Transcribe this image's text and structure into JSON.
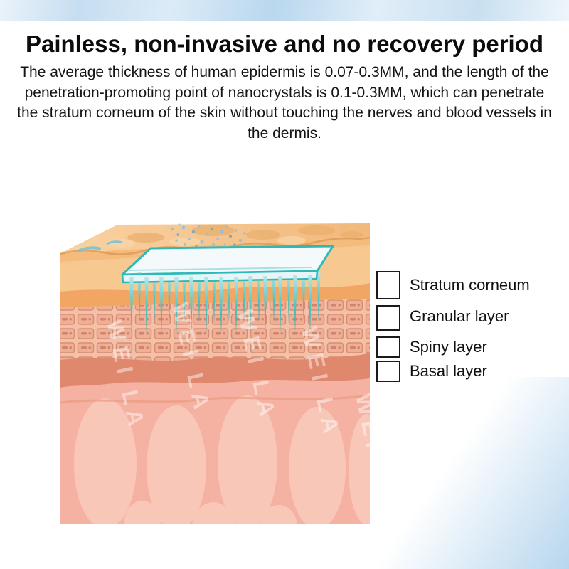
{
  "header": {
    "title": "Painless, non-invasive and no recovery period",
    "description": "The average thickness of human epidermis is 0.07-0.3MM, and the length of the penetration-promoting point of nanocrystals is 0.1-0.3MM, which can penetrate the stratum corneum of the skin without touching the nerves and blood vessels in the dermis."
  },
  "diagram": {
    "type": "skin-cross-section-with-nanocrystal-stamp",
    "watermark": "WEI LA",
    "labels": [
      "Stratum corneum",
      "Granular layer",
      "Spiny layer",
      "Basal layer"
    ],
    "colors": {
      "accent_teal": "#2fb9b6",
      "epidermis": "#f7c890",
      "epidermis_band": "#efa25f",
      "granular_spiny_layer": "#f5c0a8",
      "cell_outline": "#cf8a70",
      "basal_layer": "#e0886d",
      "dermis": "#f5b1a1",
      "dermis_blob": "#f9c7b7",
      "top_bar_blue": "#b9d7ee",
      "label_text": "#101010"
    }
  }
}
